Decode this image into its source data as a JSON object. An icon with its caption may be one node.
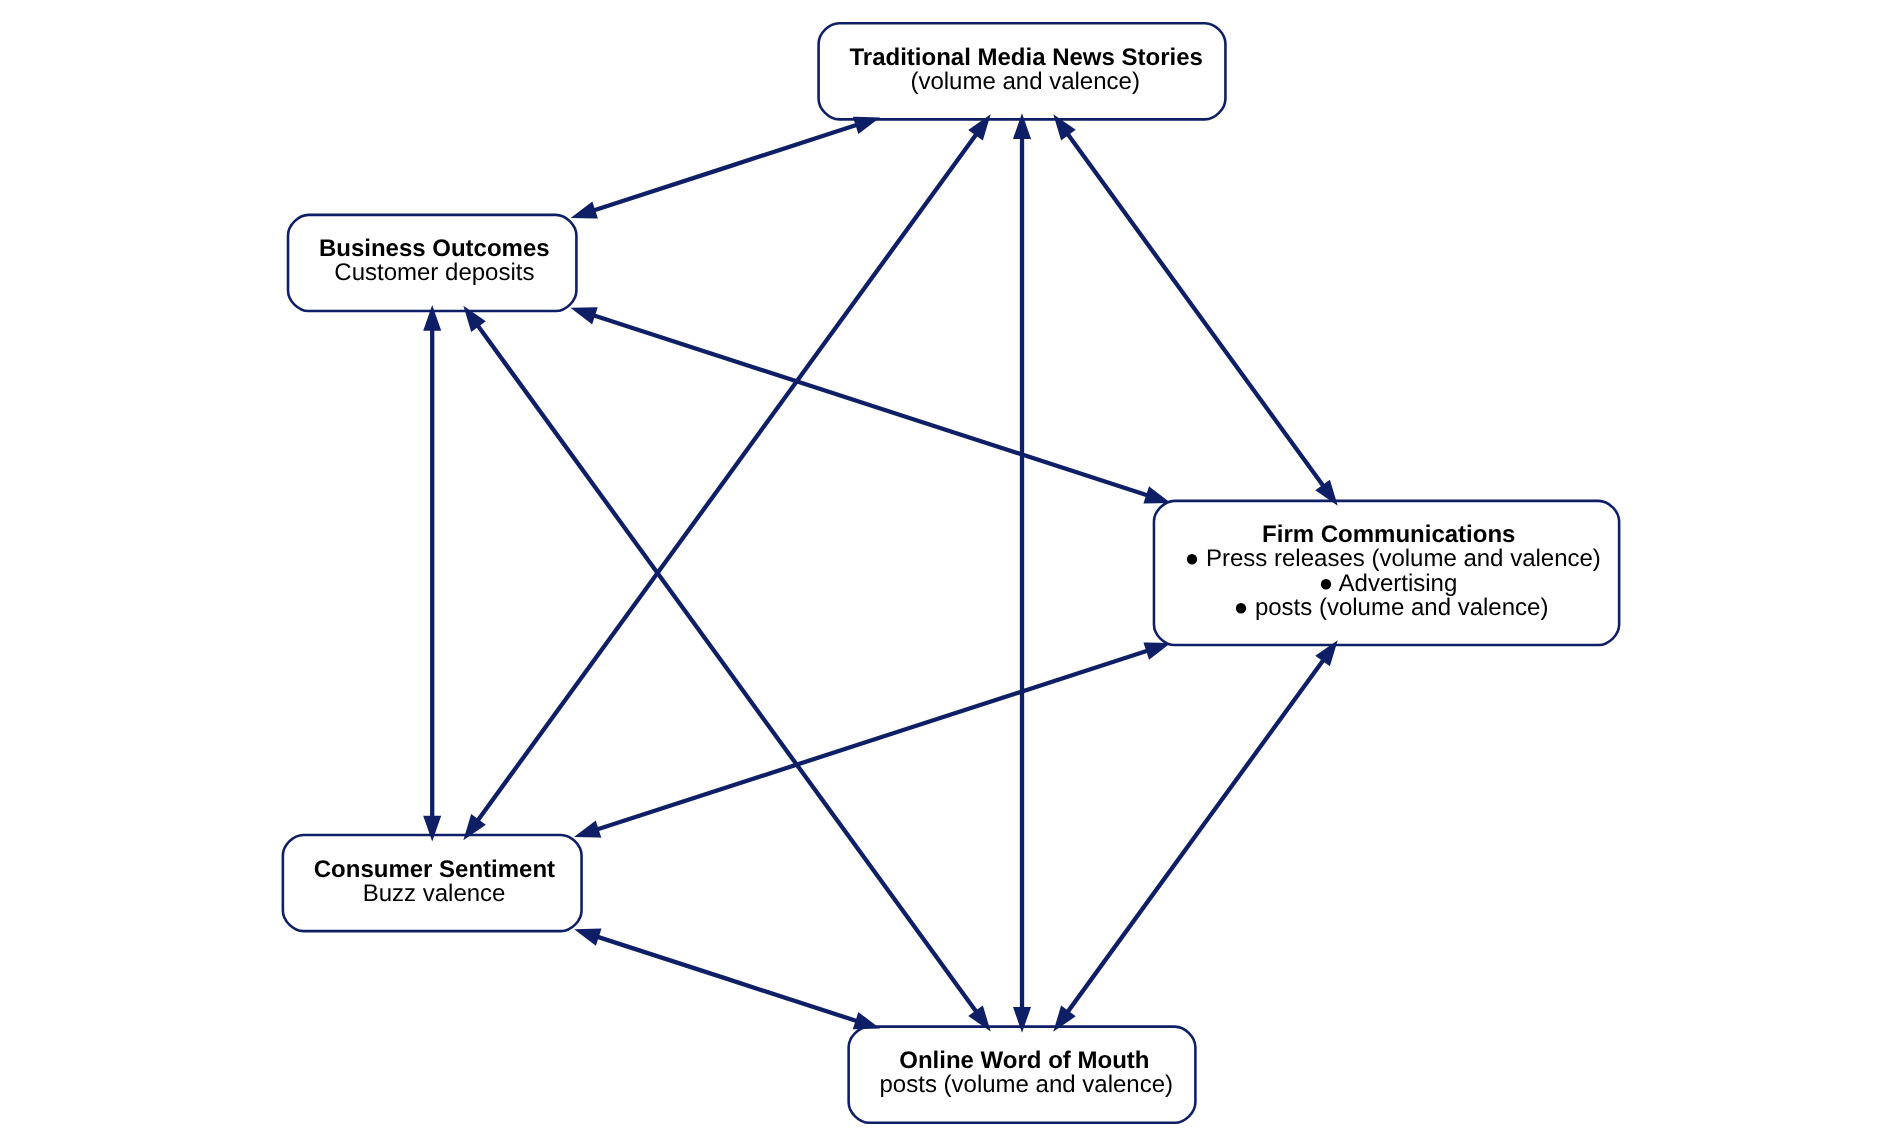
{
  "diagram": {
    "nodes": [
      {
        "text": [
          "Online Word of Mouth",
          "posts (volume and valence)"
        ]
      },
      {
        "text": [
          "Firm Communications",
          "● Press releases (volume and valence)",
          "● Advertising",
          "● posts (volume and valence)"
        ]
      },
      {
        "text": [
          "Business Outcomes",
          "Customer deposits"
        ]
      },
      {
        "text": [
          "Traditional Media News Stories",
          "(volume and valence)"
        ]
      },
      {
        "text": [
          "Consumer Sentiment",
          "Buzz valence"
        ]
      }
    ],
    "edges": [
      {
        "from": 1,
        "to": 0,
        "arrow": "both"
      },
      {
        "from": 0,
        "to": 2,
        "arrow": "both"
      },
      {
        "from": 3,
        "to": 0,
        "arrow": "both"
      },
      {
        "from": 0,
        "to": 4,
        "arrow": "both"
      },
      {
        "from": 1,
        "to": 2,
        "arrow": "both"
      },
      {
        "from": 1,
        "to": 3,
        "arrow": "both"
      },
      {
        "from": 1,
        "to": 4,
        "arrow": "both"
      },
      {
        "from": 3,
        "to": 2,
        "arrow": "both"
      },
      {
        "from": 4,
        "to": 2,
        "arrow": "both"
      },
      {
        "from": 3,
        "to": 4,
        "arrow": "both"
      }
    ]
  }
}
